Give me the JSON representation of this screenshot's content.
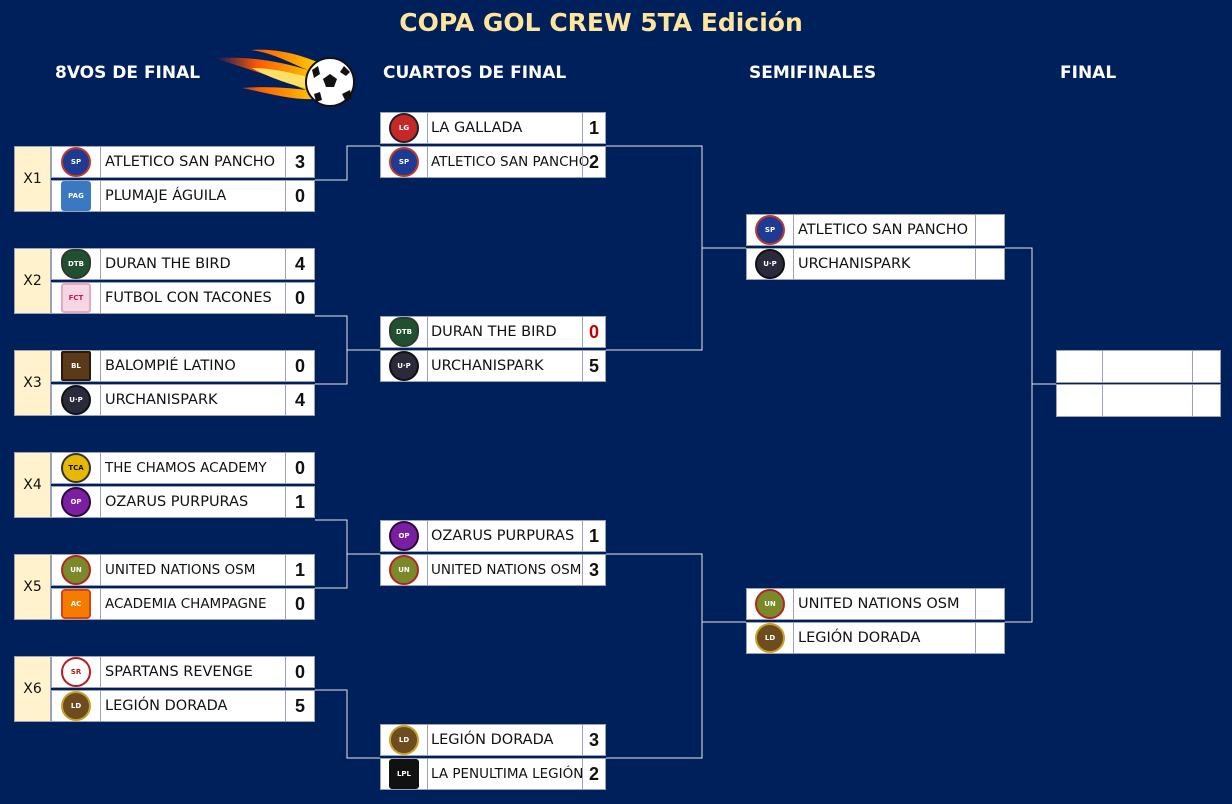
{
  "title": "COPA GOL CREW 5TA Edición",
  "rounds": [
    "8VOS DE FINAL",
    "CUARTOS DE FINAL",
    "SEMIFINALES",
    "FINAL"
  ],
  "round_of_16": [
    {
      "seed": "X1",
      "teams": [
        {
          "name": "ATLETICO SAN PANCHO",
          "score": "3",
          "logo": "san-pancho"
        },
        {
          "name": "PLUMAJE ÁGUILA",
          "score": "0",
          "logo": "plumaje"
        }
      ]
    },
    {
      "seed": "X2",
      "teams": [
        {
          "name": "DURAN THE BIRD",
          "score": "4",
          "logo": "duran"
        },
        {
          "name": "FUTBOL CON TACONES",
          "score": "0",
          "logo": "tacones"
        }
      ]
    },
    {
      "seed": "X3",
      "teams": [
        {
          "name": "BALOMPIÉ LATINO",
          "score": "0",
          "logo": "balompie"
        },
        {
          "name": "URCHANISPARK",
          "score": "4",
          "logo": "urchan"
        }
      ]
    },
    {
      "seed": "X4",
      "teams": [
        {
          "name": "THE CHAMOS ACADEMY",
          "score": "0",
          "logo": "chamos"
        },
        {
          "name": "OZARUS PURPURAS",
          "score": "1",
          "logo": "ozarus"
        }
      ]
    },
    {
      "seed": "X5",
      "teams": [
        {
          "name": "UNITED NATIONS OSM",
          "score": "1",
          "logo": "united"
        },
        {
          "name": "ACADEMIA CHAMPAGNE",
          "score": "0",
          "logo": "champagne"
        }
      ]
    },
    {
      "seed": "X6",
      "teams": [
        {
          "name": "SPARTANS REVENGE",
          "score": "0",
          "logo": "spartans"
        },
        {
          "name": "LEGIÓN DORADA",
          "score": "5",
          "logo": "legion"
        }
      ]
    }
  ],
  "quarterfinals": [
    {
      "teams": [
        {
          "name": "LA GALLADA",
          "score": "1",
          "logo": "gallada"
        },
        {
          "name": "ATLETICO SAN PANCHO",
          "score": "2",
          "logo": "san-pancho"
        }
      ]
    },
    {
      "teams": [
        {
          "name": "DURAN THE BIRD",
          "score": "0",
          "logo": "duran",
          "score_color": "#c00000"
        },
        {
          "name": "URCHANISPARK",
          "score": "5",
          "logo": "urchan"
        }
      ]
    },
    {
      "teams": [
        {
          "name": "OZARUS PURPURAS",
          "score": "1",
          "logo": "ozarus"
        },
        {
          "name": "UNITED NATIONS OSM",
          "score": "3",
          "logo": "united"
        }
      ]
    },
    {
      "teams": [
        {
          "name": "LEGIÓN DORADA",
          "score": "3",
          "logo": "legion"
        },
        {
          "name": "LA PENULTIMA LEGIÓN",
          "score": "2",
          "logo": "penultima"
        }
      ]
    }
  ],
  "semifinals": [
    {
      "teams": [
        {
          "name": "ATLETICO SAN PANCHO",
          "score": "",
          "logo": "san-pancho"
        },
        {
          "name": "URCHANISPARK",
          "score": "",
          "logo": "urchan"
        }
      ]
    },
    {
      "teams": [
        {
          "name": "UNITED NATIONS OSM",
          "score": "",
          "logo": "united"
        },
        {
          "name": "LEGIÓN DORADA",
          "score": "",
          "logo": "legion"
        }
      ]
    }
  ],
  "colors": {
    "background": "#00205b",
    "title": "#ffe59a",
    "seed_fill": "#fff2cc",
    "loss_highlight": "#c00000"
  }
}
